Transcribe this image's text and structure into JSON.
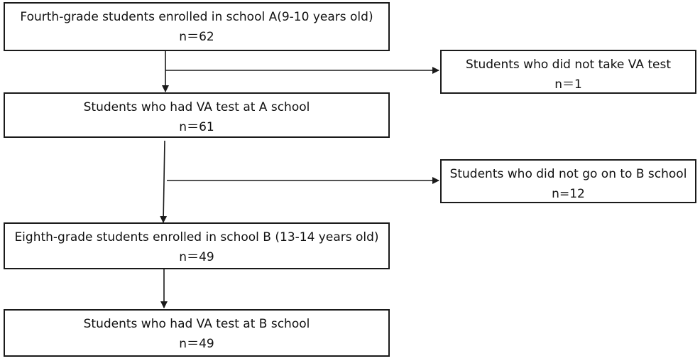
{
  "boxes": {
    "school_a_enrolled": {
      "title": "Fourth-grade students enrolled in school A(9-10 years old)",
      "n": "n＝62"
    },
    "no_va_test": {
      "title": "Students who did not take VA test",
      "n": "n＝1"
    },
    "va_test_a": {
      "title": "Students who had VA test at A school",
      "n": "n＝61"
    },
    "not_go_b": {
      "title": "Students who did not go on to B school",
      "n": "n=12"
    },
    "school_b_enrolled": {
      "title": "Eighth-grade students enrolled in school B (13-14 years old)",
      "n": "n＝49"
    },
    "va_test_b": {
      "title": "Students who had VA test at B school",
      "n": "n＝49"
    }
  },
  "colors": {
    "stroke": "#1a1a1a",
    "background": "#ffffff"
  }
}
